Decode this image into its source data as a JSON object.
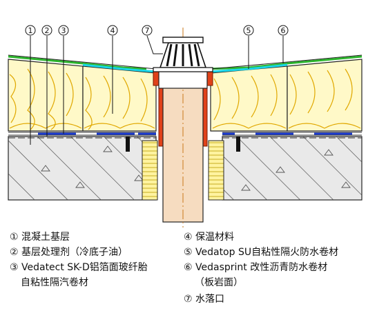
{
  "callouts": [
    "①",
    "②",
    "③",
    "④",
    "⑦",
    "⑤",
    "⑥"
  ],
  "legend": {
    "l1": "① 混凝土基层",
    "l2": "② 基层处理剂（冷底子油）",
    "l3a": "③ Vedatect SK-D铝箔面玻纤胎",
    "l3b": "自粘性隔汽卷材",
    "l4": "④ 保温材料",
    "l5": "⑤ Vedatop SU自粘性隔火防水卷材",
    "l6a": "⑥ Vedasprint 改性沥青防水卷材",
    "l6b": "（板岩面）",
    "l7": "⑦ 水落口"
  },
  "colors": {
    "green_membrane": "#2db52d",
    "cyan_membrane": "#19d6e8",
    "blue_vapor": "#1f3fd6",
    "insulation": "#fff9c8",
    "insulation_stroke": "#e0a800",
    "drain_red": "#e0421a",
    "pipe": "#f6dcc0",
    "concrete": "#e8e8e8"
  }
}
